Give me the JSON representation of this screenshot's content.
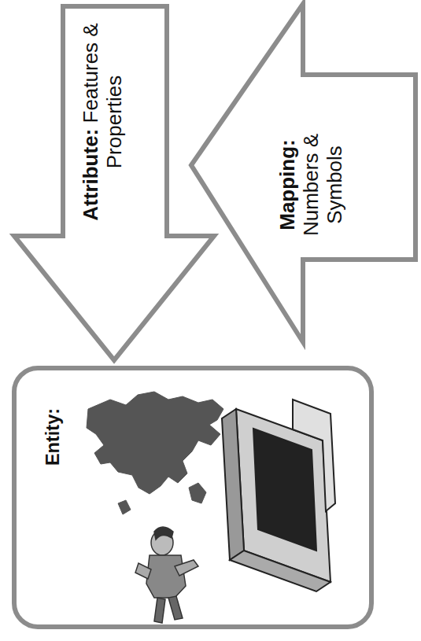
{
  "diagram": {
    "nodes": [
      {
        "text": [
          "Entity:"
        ]
      },
      {
        "text": [
          "Attribute:",
          "Features & Properties"
        ]
      },
      {
        "text": [
          "Mapping:",
          "Numbers & Symbols"
        ]
      }
    ]
  }
}
